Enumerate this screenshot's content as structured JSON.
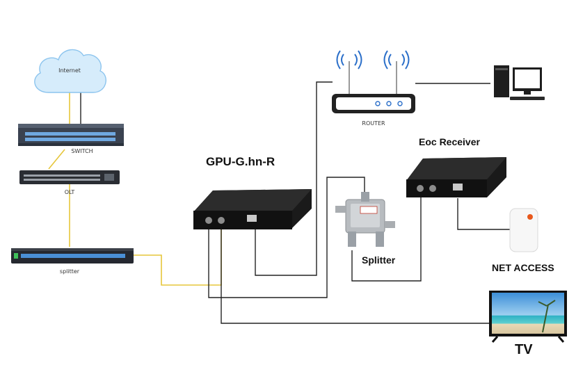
{
  "labels": {
    "internet": "Internet",
    "switch": "SWITCH",
    "olt": "OLT",
    "splitter_rack": "splitter",
    "router": "ROUTER",
    "gpu": "GPU-G.hn-R",
    "eoc_receiver": "Eoc Receiver",
    "splitter": "Splitter",
    "net_access": "NET ACCESS",
    "tv": "TV"
  },
  "colors": {
    "fiber": "#e6c63a",
    "coax": "#222222",
    "cloud": "#d6ecfb",
    "cloud_stroke": "#8cc4ee",
    "device": "#1b1b1b",
    "antenna": "#2b6fc9"
  }
}
